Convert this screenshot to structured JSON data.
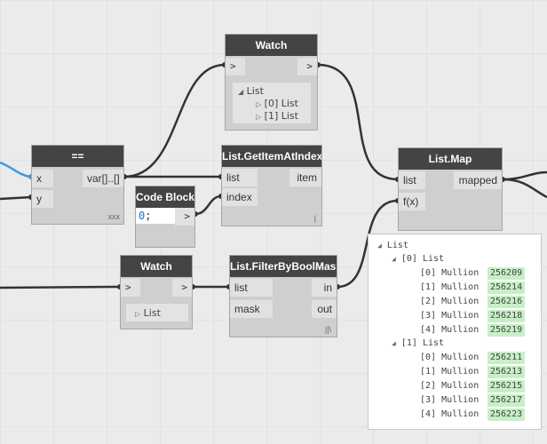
{
  "nodes": {
    "watch_top": {
      "title": "Watch",
      "in_port": ">",
      "out_port": ">",
      "tree": {
        "root": "List",
        "items": [
          "[0] List",
          "[1] List"
        ]
      }
    },
    "equals": {
      "title": "==",
      "in_x": "x",
      "in_y": "y",
      "out": "var[]..[]",
      "lacing": "xxx"
    },
    "get_item": {
      "title": "List.GetItemAtIndex",
      "in_list": "list",
      "in_index": "index",
      "out": "item",
      "lacing": "|"
    },
    "code_block": {
      "title": "Code Block",
      "code_num": "0",
      "code_semi": ";",
      "out_port": ">"
    },
    "list_map": {
      "title": "List.Map",
      "in_list": "list",
      "in_fx": "f(x)",
      "out": "mapped"
    },
    "watch_bottom": {
      "title": "Watch",
      "in_port": ">",
      "out_port": ">",
      "tree_item": "List"
    },
    "filter": {
      "title": "List.FilterByBoolMask",
      "in_list": "list",
      "in_mask": "mask",
      "out_in": "in",
      "out_out": "out",
      "lacing": "||\\"
    }
  },
  "output_panel": {
    "root": "List",
    "groups": [
      {
        "label": "[0] List",
        "items": [
          {
            "index": "[0] Mullion",
            "value": "256209"
          },
          {
            "index": "[1] Mullion",
            "value": "256214"
          },
          {
            "index": "[2] Mullion",
            "value": "256216"
          },
          {
            "index": "[3] Mullion",
            "value": "256218"
          },
          {
            "index": "[4] Mullion",
            "value": "256219"
          }
        ]
      },
      {
        "label": "[1] List",
        "items": [
          {
            "index": "[0] Mullion",
            "value": "256211"
          },
          {
            "index": "[1] Mullion",
            "value": "256213"
          },
          {
            "index": "[2] Mullion",
            "value": "256215"
          },
          {
            "index": "[3] Mullion",
            "value": "256217"
          },
          {
            "index": "[4] Mullion",
            "value": "256223"
          }
        ]
      }
    ]
  },
  "colors": {
    "canvas": "#ebebeb",
    "node_header": "#444444",
    "node_body": "#cfcfcf",
    "wire": "#333333",
    "selected_wire": "#3c9be0",
    "value_highlight": "#c7efc7"
  }
}
